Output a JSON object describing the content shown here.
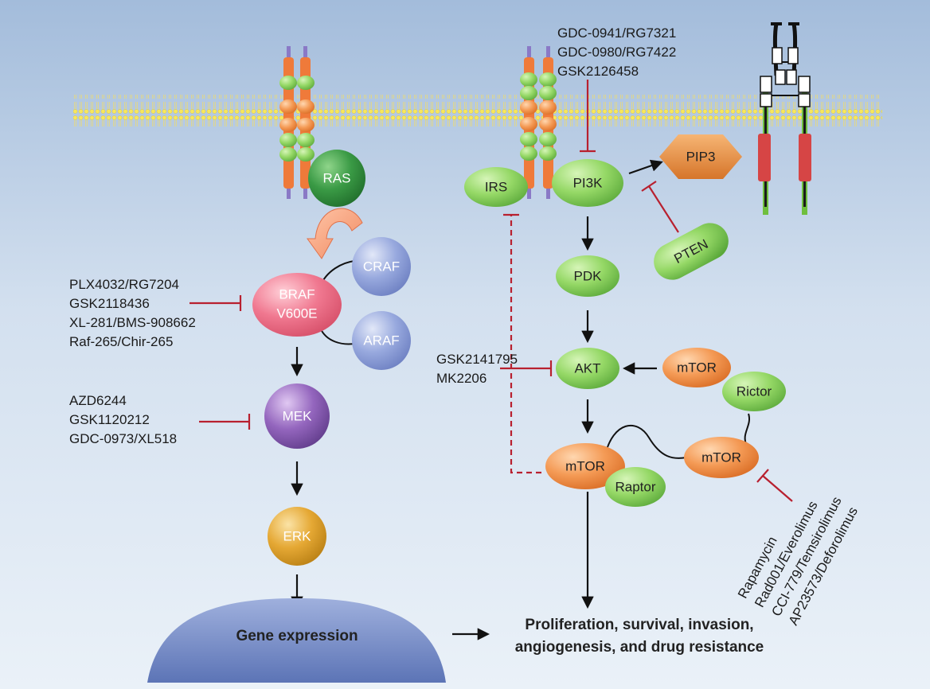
{
  "nodes": {
    "ras": "RAS",
    "craf": "CRAF",
    "braf_line1": "BRAF",
    "braf_line2": "V600E",
    "araf": "ARAF",
    "mek": "MEK",
    "erk": "ERK",
    "irs": "IRS",
    "pi3k": "PI3K",
    "pip3": "PIP3",
    "pten": "PTEN",
    "pdk": "PDK",
    "akt": "AKT",
    "mtor_c2": "mTOR",
    "rictor": "Rictor",
    "mtor_mid": "mTOR",
    "mtor_c1": "mTOR",
    "raptor": "Raptor",
    "gene_expression": "Gene expression"
  },
  "outcome": {
    "line1": "Proliferation, survival, invasion,",
    "line2": "angiogenesis, and drug resistance"
  },
  "drugs": {
    "pi3k_inhibitors": [
      "GDC-0941/RG7321",
      "GDC-0980/RG7422",
      "GSK2126458"
    ],
    "braf_inhibitors": [
      "PLX4032/RG7204",
      "GSK2118436",
      "XL-281/BMS-908662",
      "Raf-265/Chir-265"
    ],
    "mek_inhibitors": [
      "AZD6244",
      "GSK1120212",
      "GDC-0973/XL518"
    ],
    "akt_inhibitors": [
      "GSK2141795",
      "MK2206"
    ],
    "mtor_inhibitors": [
      "Rapamycin",
      "Rad001/Everolimus",
      "CCI-779/Temsirolimus",
      "AP23573/Deforolimus"
    ]
  },
  "colors": {
    "background_top": "#9fb9d9",
    "background_bottom": "#e6eef7",
    "membrane": "#f3e45a",
    "inhibitor": "#b8202f",
    "green_node": "#8fd35e",
    "orange_node": "#f29a52",
    "receptor_orange": "#ef7a3a",
    "ras_green": "#2f8a3c",
    "braf_pink": "#ef6f86",
    "raf_blue": "#8d9fd6",
    "mek_purple": "#8a5fb3",
    "erk_gold": "#e3a62c",
    "pip3_orange": "#e88a3a",
    "nucleus_blue": "#6d86c2"
  }
}
